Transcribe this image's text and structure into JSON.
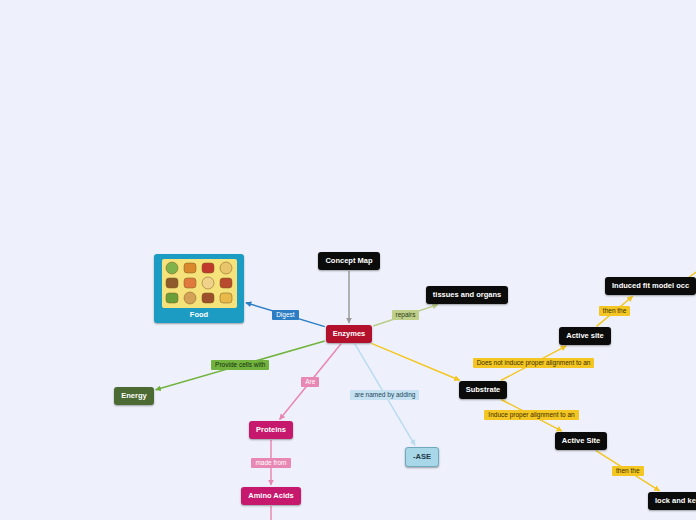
{
  "diagram": {
    "nodes": [
      {
        "text": [
          "Concept Map"
        ]
      },
      {
        "text": [
          "Food"
        ]
      },
      {
        "text": [
          "Enzymes"
        ]
      },
      {
        "text": [
          "tissues and organs"
        ]
      },
      {
        "text": [
          "Energy"
        ]
      },
      {
        "text": [
          "Proteins"
        ]
      },
      {
        "text": [
          "-ASE"
        ]
      },
      {
        "text": [
          "Substrate"
        ]
      },
      {
        "text": [
          "Active site"
        ]
      },
      {
        "text": [
          "Induced fit model occ"
        ]
      },
      {
        "text": [
          "Amino Acids"
        ]
      },
      {
        "text": [
          "Active Site"
        ]
      },
      {
        "text": [
          "lock and ke"
        ]
      }
    ],
    "edges": [
      {
        "from": 0,
        "to": 2,
        "arrow": "to"
      },
      {
        "from": 2,
        "to": 1,
        "label": "Digest",
        "arrow": "to"
      },
      {
        "from": 2,
        "to": 3,
        "label": "repairs",
        "arrow": "to"
      },
      {
        "from": 2,
        "to": 4,
        "label": "Provide cells with",
        "arrow": "to"
      },
      {
        "from": 2,
        "to": 5,
        "label": "Are",
        "arrow": "to"
      },
      {
        "from": 2,
        "to": 6,
        "label": "are named by adding",
        "arrow": "to"
      },
      {
        "from": 2,
        "to": 7,
        "arrow": "to"
      },
      {
        "from": 7,
        "to": 8,
        "label": "Does not induce proper alignment to an",
        "arrow": "to"
      },
      {
        "from": 8,
        "to": 9,
        "label": "then the",
        "arrow": "to"
      },
      {
        "from": 7,
        "to": 11,
        "label": "Induce proper alignment to an",
        "arrow": "to"
      },
      {
        "from": 11,
        "to": 12,
        "label": "then the",
        "arrow": "to"
      },
      {
        "from": 5,
        "to": 10,
        "label": "made from",
        "arrow": "to"
      }
    ]
  }
}
